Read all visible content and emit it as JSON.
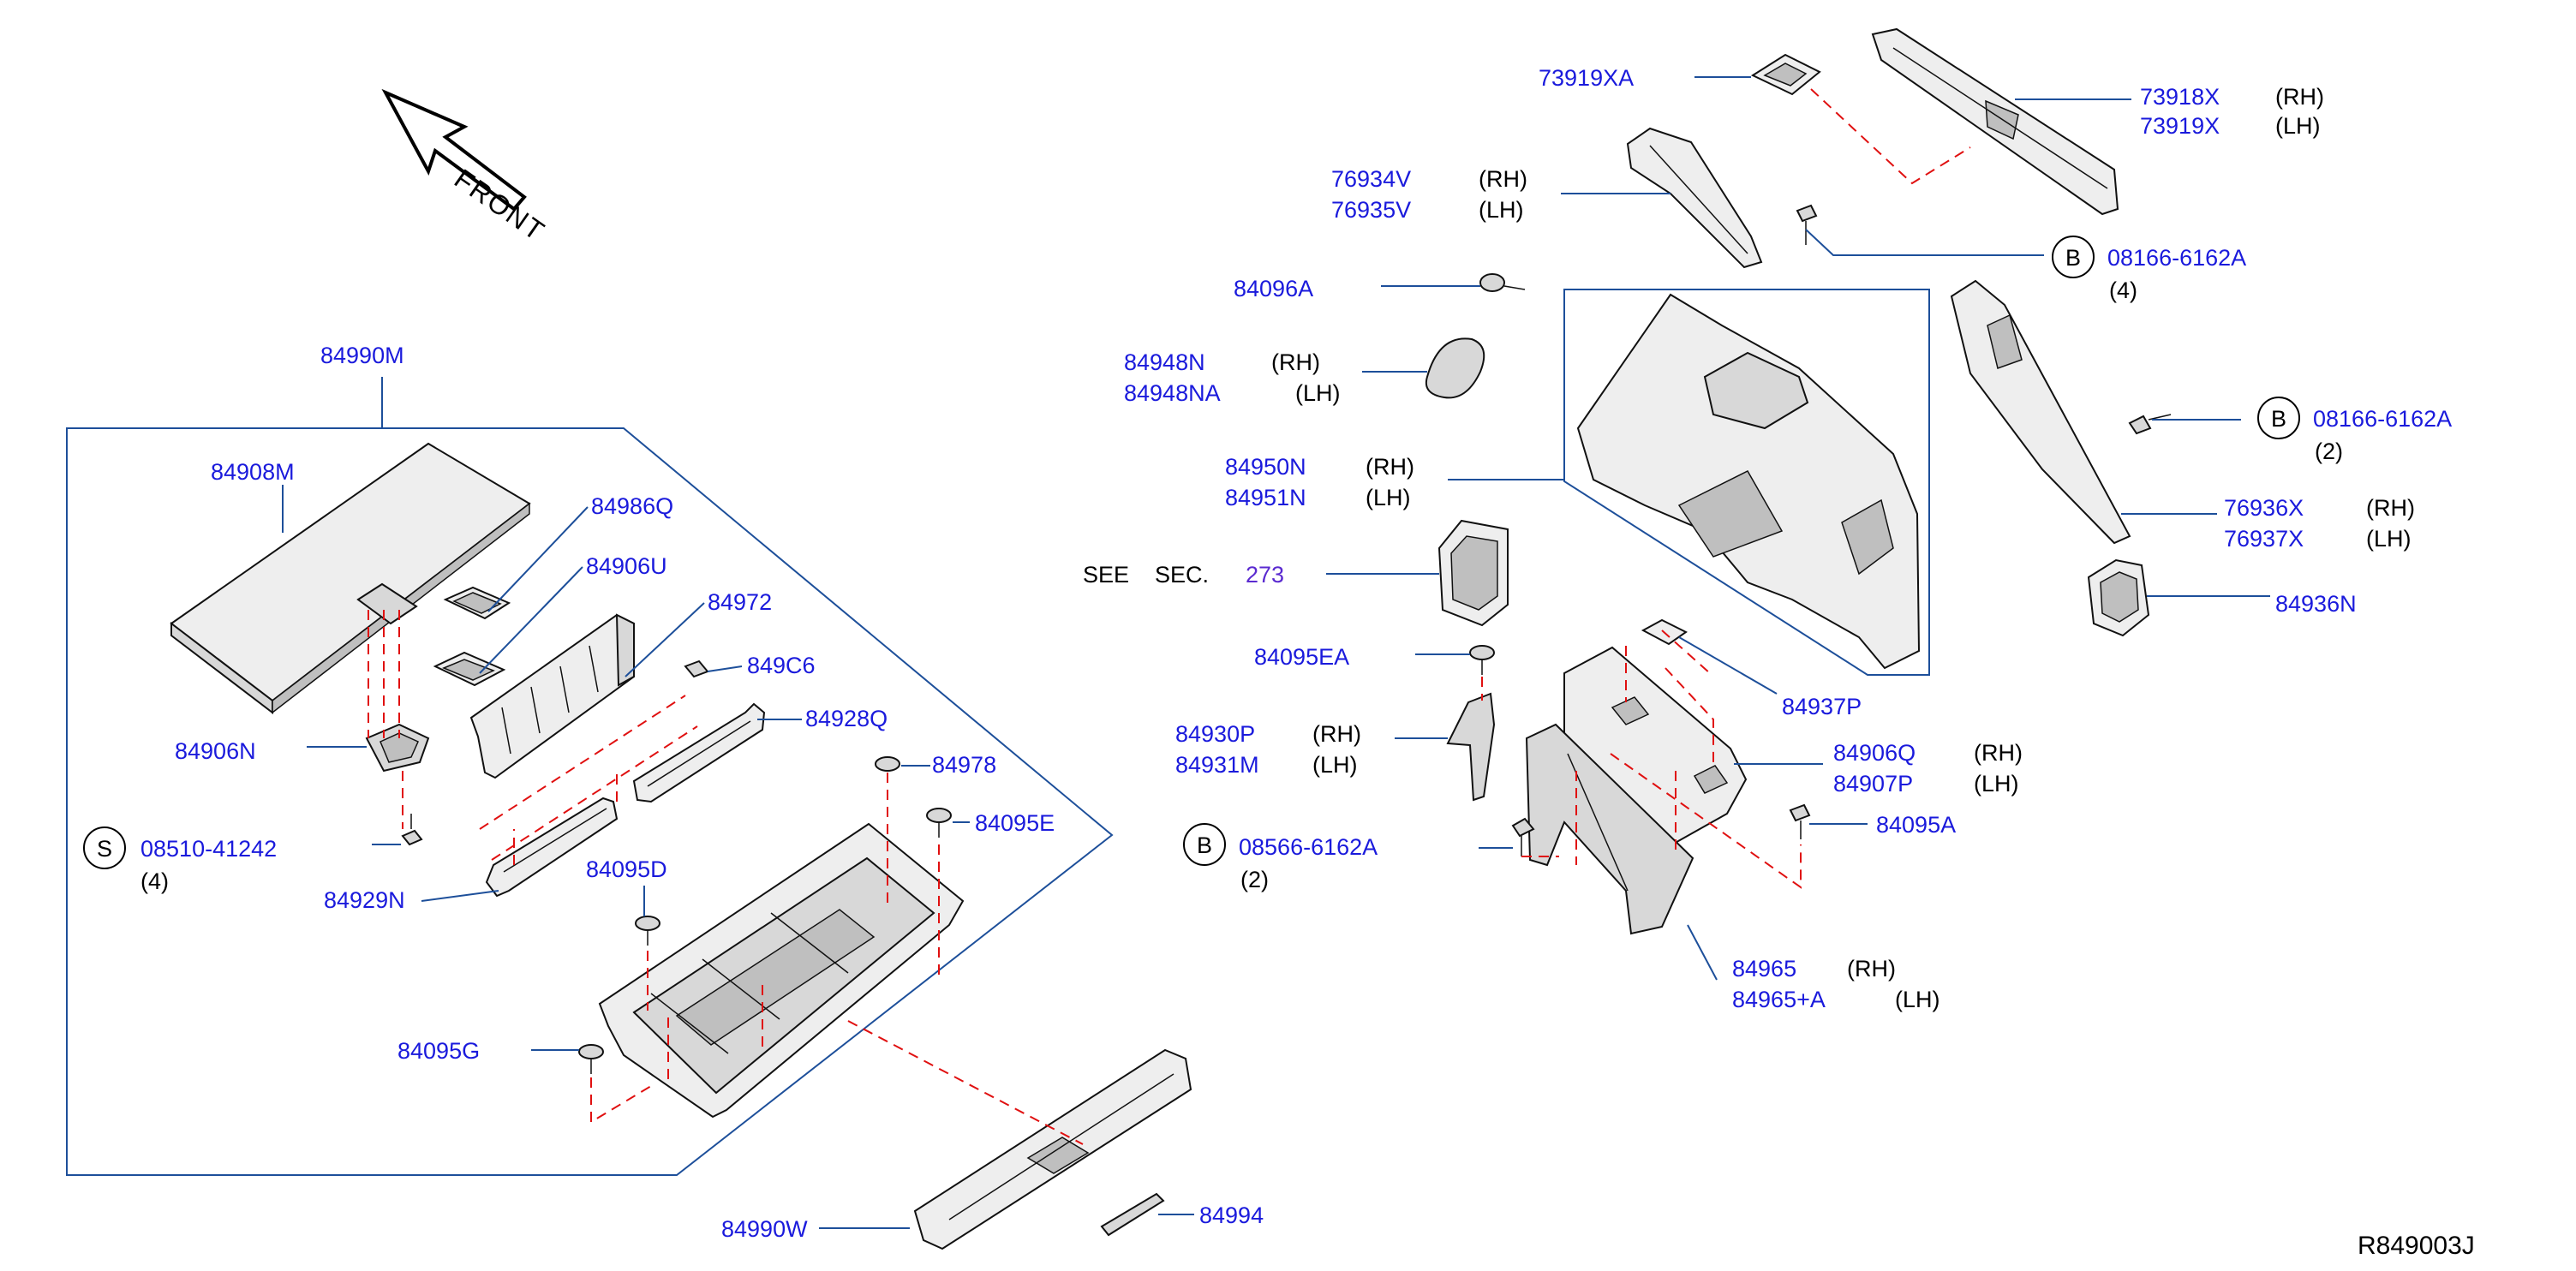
{
  "front_label": "FRONT",
  "drawing_id": "R849003J",
  "parts": {
    "p84990M": "84990M",
    "p84908M": "84908M",
    "p84986Q": "84986Q",
    "p84906U": "84906U",
    "p84972": "84972",
    "p849C6": "849C6",
    "p84928Q": "84928Q",
    "p84906N": "84906N",
    "p84978": "84978",
    "p84095E": "84095E",
    "p08510": "08510-41242",
    "q08510": "(4)",
    "p84095D": "84095D",
    "p84929N": "84929N",
    "p84095G": "84095G",
    "p84990W": "84990W",
    "p84994": "84994",
    "p73919XA": "73919XA",
    "p73918X": "73918X",
    "s73918X": "(RH)",
    "p73919X": "73919X",
    "s73919X": "(LH)",
    "p76934V": "76934V",
    "s76934V": "(RH)",
    "p76935V": "76935V",
    "s76935V": "(LH)",
    "p08166a": "08166-6162A",
    "q08166a": "(4)",
    "p84096A": "84096A",
    "p84948N": "84948N",
    "s84948N": "(RH)",
    "p84948NA": "84948NA",
    "s84948NA": "(LH)",
    "p08166b": "08166-6162A",
    "q08166b": "(2)",
    "p84950N": "84950N",
    "s84950N": "(RH)",
    "p84951N": "84951N",
    "s84951N": "(LH)",
    "p76936X": "76936X",
    "s76936X": "(RH)",
    "p76937X": "76937X",
    "s76937X": "(LH)",
    "see": "SEE",
    "sec": "SEC.",
    "sec_num": "273",
    "p84936N": "84936N",
    "p84095EA": "84095EA",
    "p84937P": "84937P",
    "p84930P": "84930P",
    "s84930P": "(RH)",
    "p84931M": "84931M",
    "s84931M": "(LH)",
    "p84906Q": "84906Q",
    "s84906Q": "(RH)",
    "p84907P": "84907P",
    "s84907P": "(LH)",
    "p08566": "08566-6162A",
    "q08566": "(2)",
    "p84095A": "84095A",
    "p84965": "84965",
    "s84965": "(RH)",
    "p84965A": "84965+A",
    "s84965A": "(LH)"
  },
  "symbols": {
    "b1": "B",
    "b2": "B",
    "b3": "B",
    "s1": "S"
  }
}
